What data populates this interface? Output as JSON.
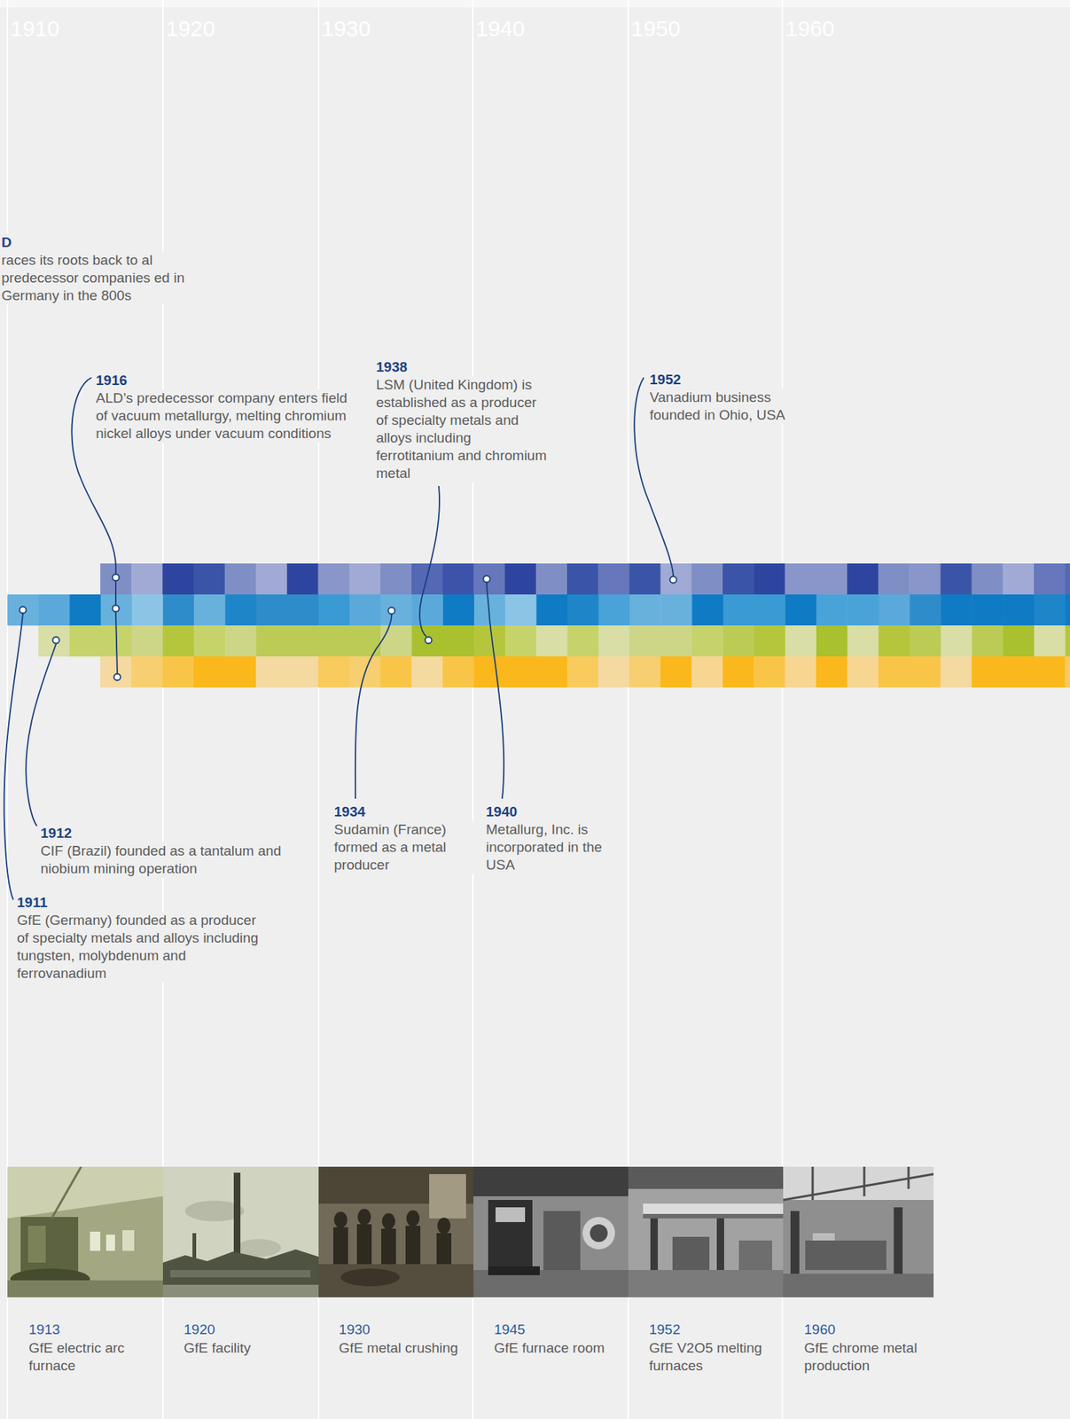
{
  "diagram": {
    "labels": [
      "1910",
      "1920",
      "1930",
      "1940",
      "1950",
      "1960",
      "D",
      "races its roots back to al predecessor companies ed in Germany in the 800s",
      "1916",
      "ALD’s predecessor company enters field of vacuum metallurgy, melting chromium nickel alloys under vacuum conditions",
      "1938",
      "LSM (United Kingdom) is established as a producer of specialty metals and alloys including ferrotitanium and chromium metal",
      "1952",
      "Vanadium business founded in Ohio, USA",
      "1934",
      "Sudamin (France) formed as a metal producer",
      "1940",
      "Metallurg, Inc. is incorporated in the USA",
      "1912",
      "CIF (Brazil) founded as a tantalum and niobium mining operation",
      "1911",
      "GfE (Germany) founded as a producer of specialty metals and alloys including tungsten, molybdenum and ferrovanadium",
      "1913",
      "GfE electric arc furnace",
      "1920",
      "GfE facility",
      "1930",
      "GfE metal crushing",
      "1945",
      "GfE furnace room",
      "1952",
      "GfE V2O5 melting furnaces",
      "1960",
      "GfE chrome metal production"
    ]
  }
}
